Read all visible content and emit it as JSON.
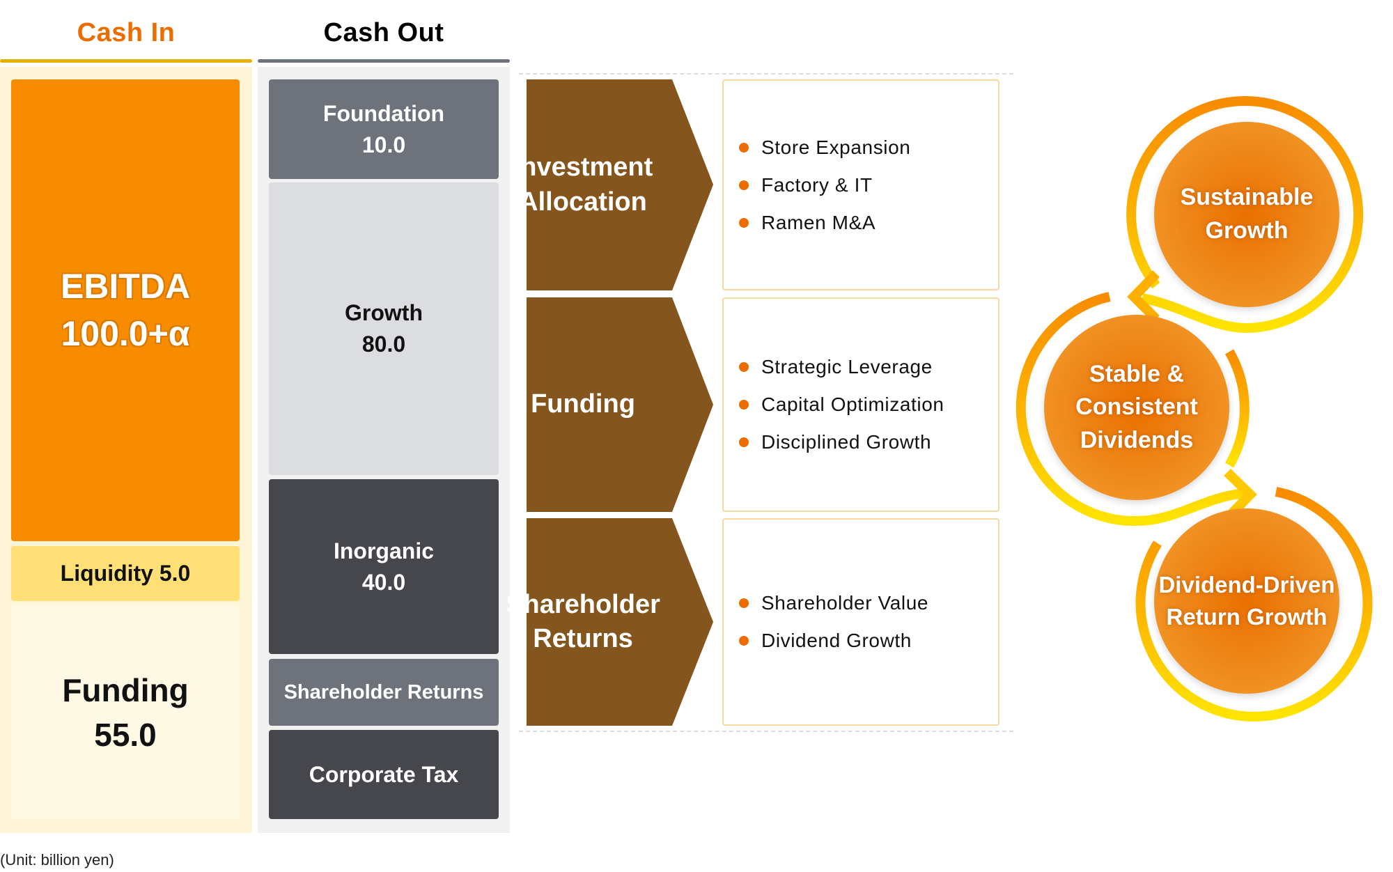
{
  "cash_in": {
    "title": "Cash In",
    "ebitda": {
      "label": "EBITDA",
      "value": "100.0+α"
    },
    "liquidity": {
      "label": "Liquidity 5.0"
    },
    "funding": {
      "label": "Funding",
      "value": "55.0"
    }
  },
  "cash_out": {
    "title": "Cash Out",
    "foundation": {
      "label": "Foundation",
      "value": "10.0"
    },
    "growth": {
      "label": "Growth",
      "value": "80.0"
    },
    "inorganic": {
      "label": "Inorganic",
      "value": "40.0"
    },
    "shareholder_returns": {
      "label": "Shareholder Returns"
    },
    "corporate_tax": {
      "label": "Corporate Tax"
    }
  },
  "policies": [
    {
      "title_line1": "Investment",
      "title_line2": "Allocation",
      "items": [
        "Store Expansion",
        "Factory & IT",
        "Ramen M&A"
      ]
    },
    {
      "title_line1": "Funding",
      "title_line2": "",
      "items": [
        "Strategic Leverage",
        "Capital Optimization",
        "Disciplined Growth"
      ]
    },
    {
      "title_line1": "Shareholder",
      "title_line2": "Returns",
      "items": [
        "Shareholder Value",
        "Dividend Growth"
      ]
    }
  ],
  "cycle": [
    {
      "line1": "Sustainable",
      "line2": "Growth",
      "line3": ""
    },
    {
      "line1": "Stable &",
      "line2": "Consistent",
      "line3": "Dividends"
    },
    {
      "line1": "Dividend-Driven",
      "line2": "Return Growth",
      "line3": ""
    }
  ],
  "unit_note": "(Unit: billion yen)",
  "colors": {
    "accent_orange": "#ec6c00",
    "ebitda": "#f78c00",
    "liquidity": "#ffdf76",
    "chevron_brown": "#84551c",
    "dark_gray": "#46474c",
    "mid_gray": "#6e727a",
    "light_gray": "#dcdde0"
  }
}
